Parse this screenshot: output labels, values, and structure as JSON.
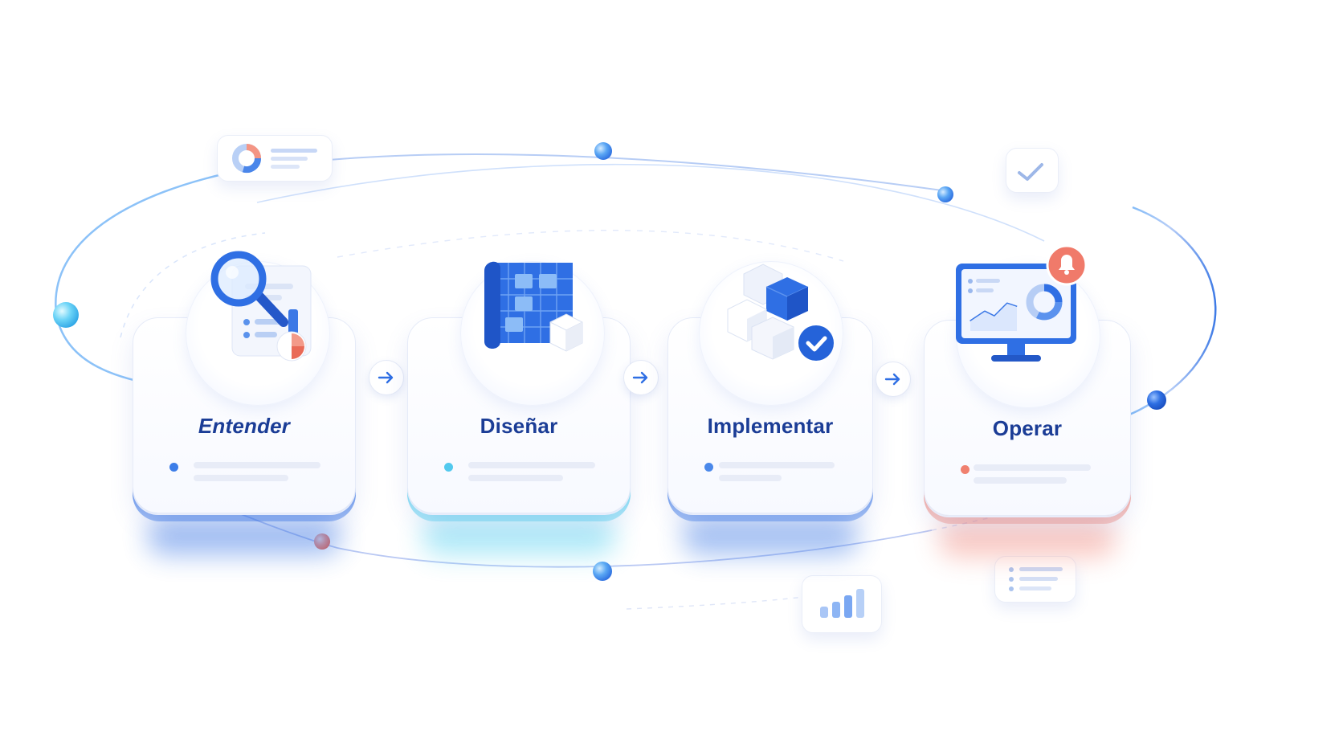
{
  "steps": [
    {
      "title": "Entender",
      "accent": "#2f6fe4",
      "dot_color": "#3c7de8"
    },
    {
      "title": "Diseñar",
      "accent": "#4fd0f0",
      "dot_color": "#52c9ee"
    },
    {
      "title": "Implementar",
      "accent": "#3a78e6",
      "dot_color": "#4a88ea"
    },
    {
      "title": "Operar",
      "accent": "#f38b7e",
      "dot_color": "#f0806f"
    }
  ],
  "colors": {
    "title": "#1b3d96",
    "primary_blue": "#2f6fe4",
    "light_blue": "#6fb2f7",
    "cyan": "#4fd0f0",
    "coral": "#f07a6a"
  },
  "icons": {
    "step_1": "magnifier-document-icon",
    "step_2": "blueprint-icon",
    "step_3": "cubes-check-icon",
    "step_4": "monitor-dashboard-bell-icon",
    "connector": "arrow-right-icon"
  }
}
